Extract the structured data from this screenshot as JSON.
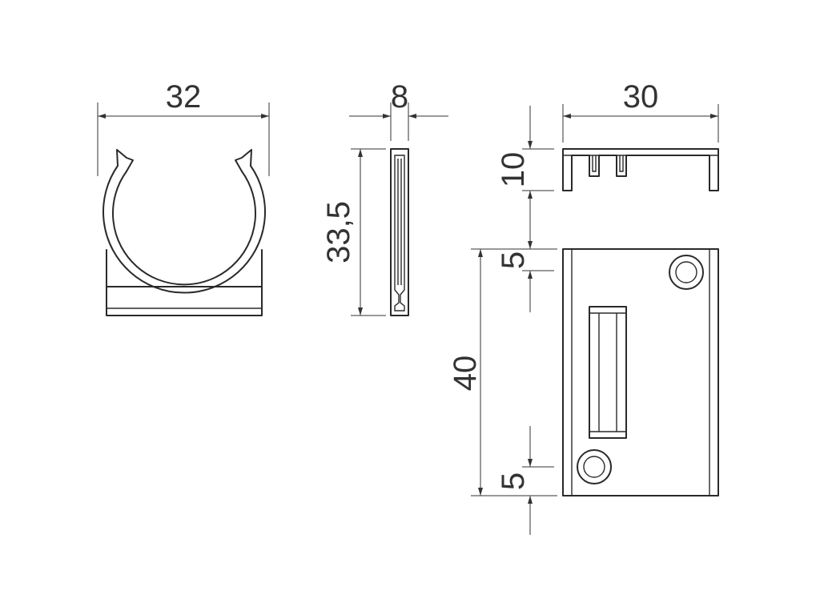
{
  "dimensions": {
    "clip_width": "32",
    "side_thickness": "8",
    "side_height": "33,5",
    "base_width": "30",
    "base_depth": "10",
    "base_length": "40",
    "hole_offset_top": "5",
    "hole_offset_bottom": "5"
  },
  "colors": {
    "line": "#2a2a2a",
    "dimension": "#333333",
    "background": "#ffffff"
  }
}
